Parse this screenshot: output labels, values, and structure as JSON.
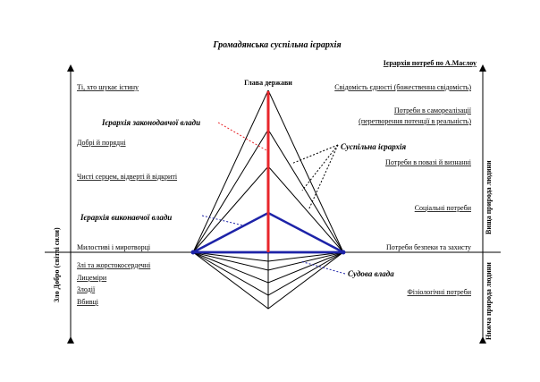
{
  "title": "Громадянська суспільна ієрархія",
  "head_of_state": "Глава держави",
  "maslow_title": "Ієрархія потреб по А.Маслоу",
  "left_axis_label": "Зло Добро (світлі сили)",
  "right_axis_upper": "Вища природа людини",
  "right_axis_lower": "Нижча природа людини",
  "left_items_upper": [
    "Ті, хто шукає істину",
    "Добрі й порядні",
    "Чисті серцем, відверті й відкриті",
    "Милостиві і миротворці"
  ],
  "left_items_lower": [
    "Злі та жорстокосердечні",
    "Лицеміри",
    "Злодії",
    "Вбивці"
  ],
  "right_items": [
    "Свідомість єдності (божественна свідомість)",
    "Потреби в самореалізації",
    "(перетворення потенції в реальність)",
    "Потреби в повазі й визнанні",
    "Соціальні потреби",
    "Потреби безпеки та захисту",
    "Фізіологічні потреби"
  ],
  "legislative": "Ієрархія законодавчої влади",
  "executive": "Ієрархія виконавчої влади",
  "civil": "Суспільна ієрархія",
  "judicial": "Судова влада",
  "colors": {
    "legislative": "#e8262b",
    "executive": "#1d23a8",
    "line": "#000000"
  }
}
